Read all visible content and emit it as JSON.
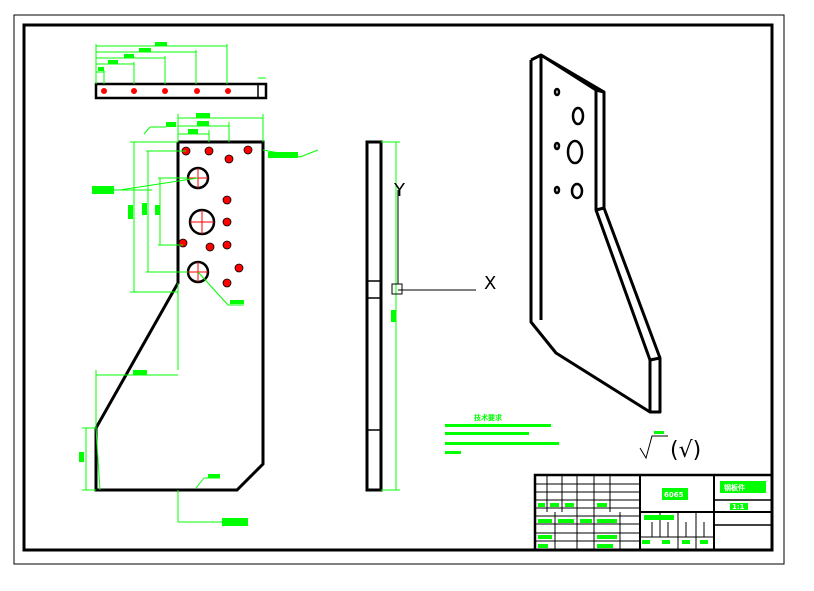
{
  "colors": {
    "outline": "#000000",
    "dimension": "#00ff00",
    "center": "#ff0000",
    "paper": "#ffffff"
  },
  "axes": {
    "x_label": "X",
    "y_label": "Y"
  },
  "roughness": {
    "symbol": "(√)"
  },
  "tech_notes": {
    "title": "技术要求"
  },
  "title_block": {
    "part_code": "6065",
    "drawing_name": "钢板件",
    "sheet": "1:1"
  }
}
